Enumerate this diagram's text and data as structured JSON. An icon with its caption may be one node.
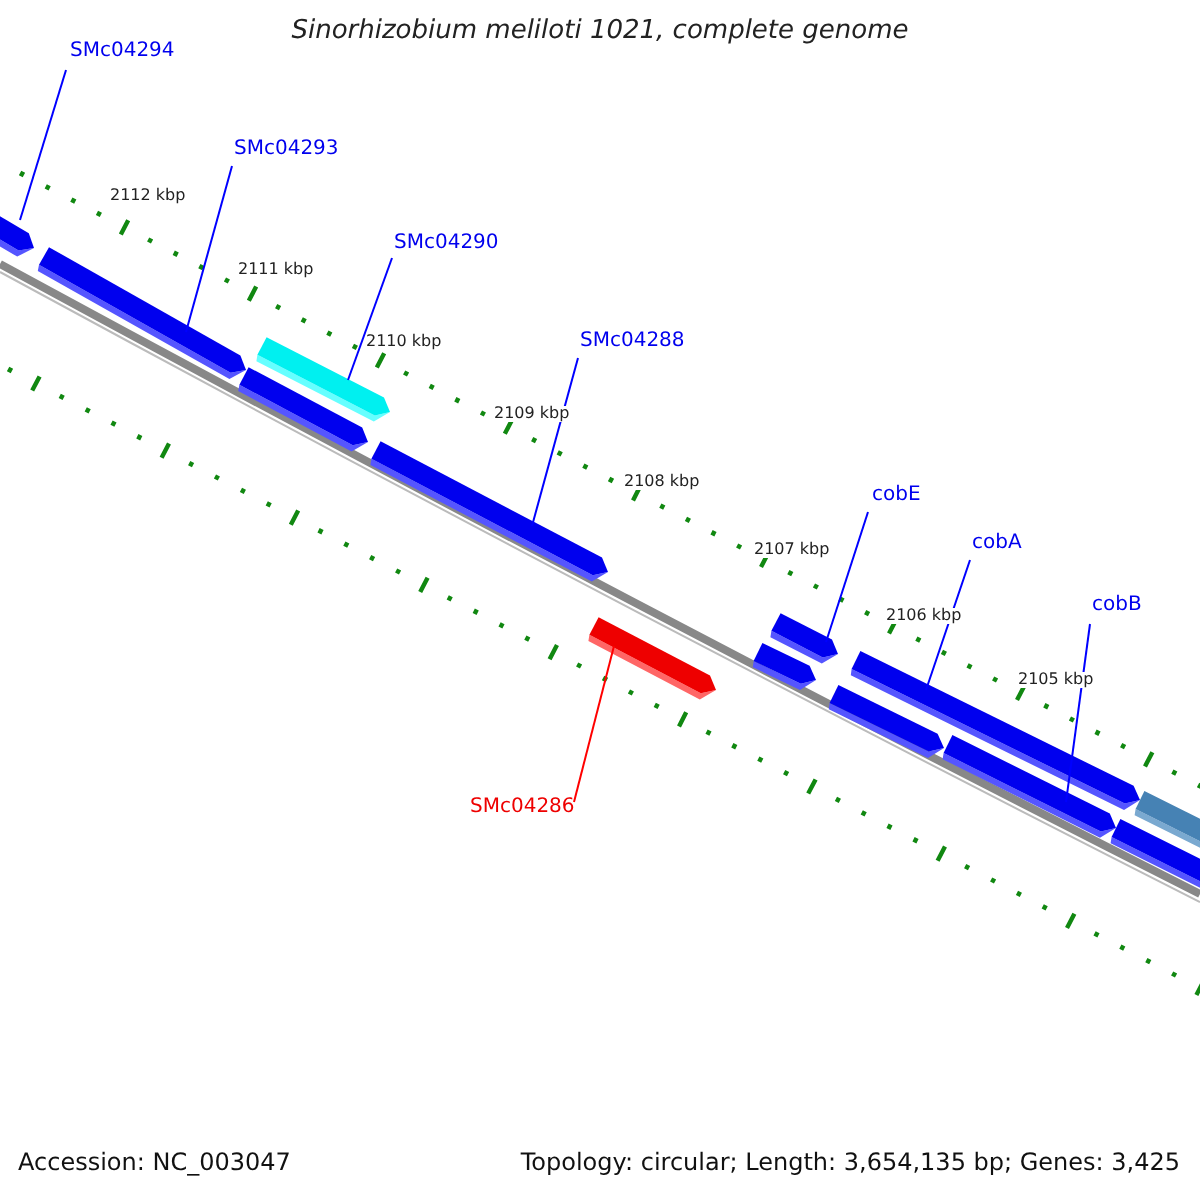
{
  "diagram": {
    "title": "Sinorhizobium meliloti 1021, complete genome",
    "nodes": [
      {
        "text": [
          "SMc04294"
        ]
      },
      {
        "text": [],
        "shape": "bar"
      },
      {
        "text": [
          "SMc04293"
        ]
      },
      {
        "text": [],
        "shape": "bar"
      },
      {
        "text": [
          "SMc04290"
        ]
      },
      {
        "text": [],
        "shape": "bar"
      },
      {
        "text": [
          "SMc04288"
        ]
      },
      {
        "text": [],
        "shape": "bar"
      },
      {
        "text": [
          "cobE"
        ]
      },
      {
        "text": [],
        "shape": "bar"
      },
      {
        "text": [
          "cobA"
        ]
      },
      {
        "text": [],
        "shape": "bar"
      },
      {
        "text": [
          "cobB"
        ]
      },
      {
        "text": [],
        "shape": "bar"
      },
      {
        "text": [
          "SMc04286"
        ]
      },
      {
        "text": [],
        "shape": "bar"
      },
      {
        "text": [],
        "shape": "bar"
      },
      {
        "text": [],
        "shape": "bar"
      },
      {
        "text": [],
        "shape": "bar"
      },
      {
        "text": [],
        "shape": "bar"
      },
      {
        "text": [],
        "shape": "bar"
      }
    ],
    "edges": [
      {
        "from": 0,
        "to": 1,
        "arrow": "none"
      },
      {
        "from": 2,
        "to": 3,
        "arrow": "none"
      },
      {
        "from": 4,
        "to": 5,
        "arrow": "none"
      },
      {
        "from": 6,
        "to": 7,
        "arrow": "none"
      },
      {
        "from": 8,
        "to": 9,
        "arrow": "none"
      },
      {
        "from": 10,
        "to": 11,
        "arrow": "none"
      },
      {
        "from": 12,
        "to": 13,
        "arrow": "none"
      },
      {
        "from": 14,
        "to": 15,
        "arrow": "none",
        "color": "#ff0000"
      }
    ],
    "labels": [
      "2112 kbp",
      "2111 kbp",
      "2110 kbp",
      "2109 kbp",
      "2108 kbp",
      "2107 kbp",
      "2106 kbp",
      "2105 kbp",
      "Accession: NC_003047",
      "Topology: circular; Length: 3,654,135 bp; Genes: 3,425"
    ]
  }
}
